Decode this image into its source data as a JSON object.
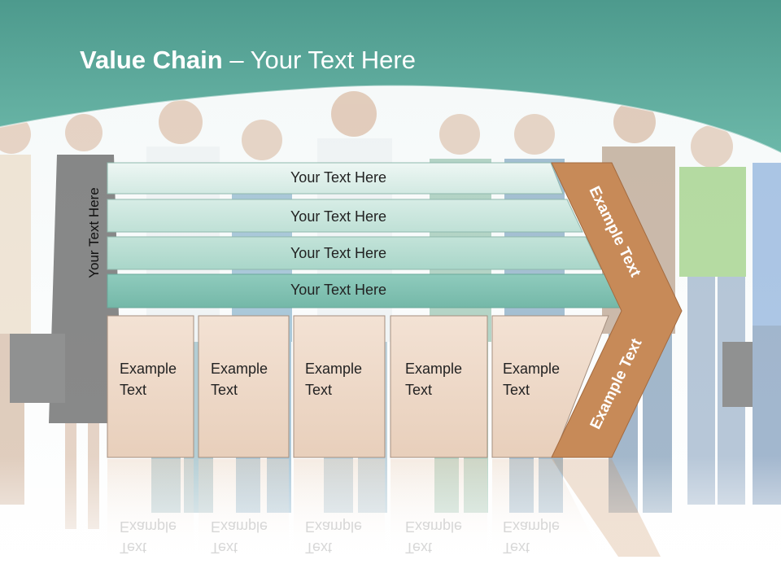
{
  "title": {
    "bold": "Value Chain",
    "rest": " – Your Text Here"
  },
  "side_label": "Your Text Here",
  "rows": [
    "Your Text Here",
    "Your Text Here",
    "Your Text Here",
    "Your Text Here"
  ],
  "cells": [
    {
      "line1": "Example",
      "line2": "Text"
    },
    {
      "line1": "Example",
      "line2": "Text"
    },
    {
      "line1": "Example",
      "line2": "Text"
    },
    {
      "line1": "Example",
      "line2": "Text"
    },
    {
      "line1": "Example",
      "line2": "Text"
    }
  ],
  "arrow": {
    "upper": "Example Text",
    "lower": "Example Text"
  },
  "colors": {
    "header_teal": "#57a89a",
    "row_light": "#d6ece6",
    "row_dark": "#7fc0b1",
    "cell_fill": "#ecd6c3",
    "arrow_fill": "#c98b5a"
  }
}
